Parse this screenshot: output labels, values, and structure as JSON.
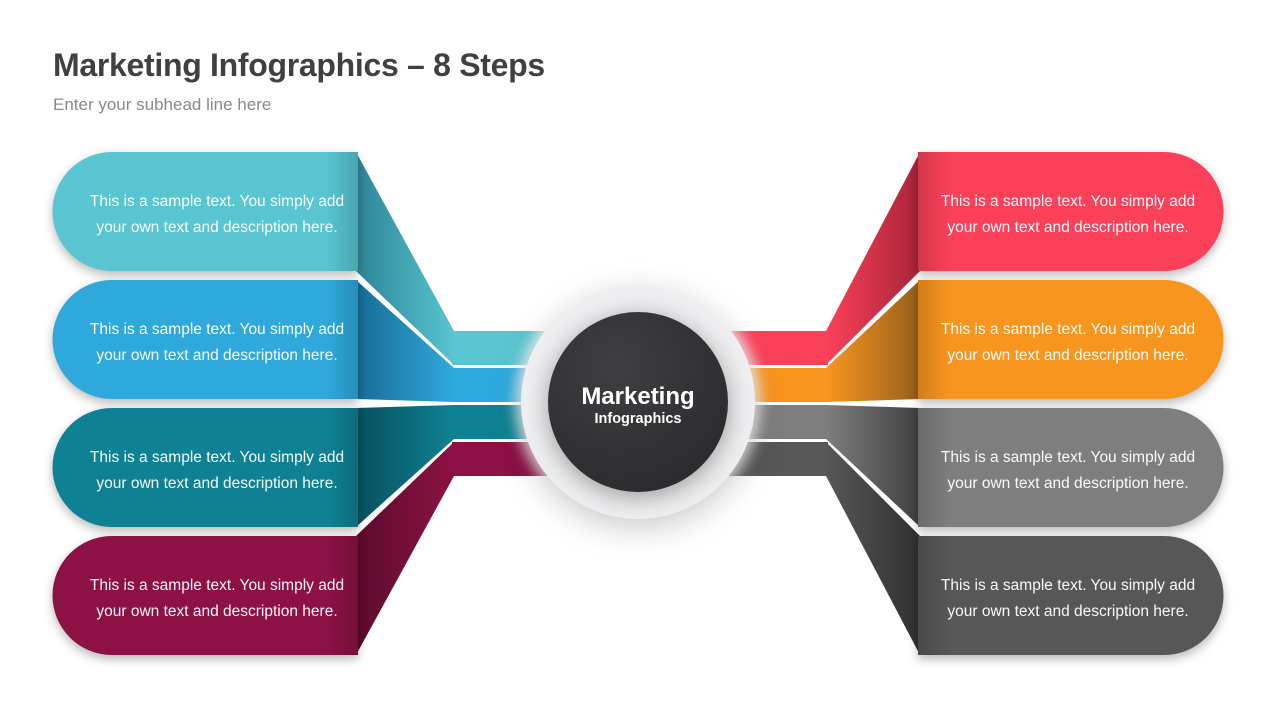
{
  "header": {
    "title": "Marketing Infographics – 8 Steps",
    "subhead": "Enter your subhead line here"
  },
  "center": {
    "title": "Marketing",
    "subtitle": "Infographics"
  },
  "boxes": {
    "left": [
      {
        "line1": "This is a sample text. You simply add",
        "line2": "your own text and description here.",
        "color": "#58C5D0",
        "color_dark": "#2E8496"
      },
      {
        "line1": "This is a sample text. You simply add",
        "line2": "your own text and description here.",
        "color": "#2FA9DC",
        "color_dark": "#176C94"
      },
      {
        "line1": "This is a sample text. You simply add",
        "line2": "your own text and description here.",
        "color": "#0E8294",
        "color_dark": "#07505E"
      },
      {
        "line1": "This is a sample text. You simply add",
        "line2": "your own text and description here.",
        "color": "#8D1144",
        "color_dark": "#5C0B2D"
      }
    ],
    "right": [
      {
        "line1": "This is a sample text. You simply add",
        "line2": "your own text and description here.",
        "color": "#FA4159",
        "color_dark": "#A82439"
      },
      {
        "line1": "This is a sample text. You simply add",
        "line2": "your own text and description here.",
        "color": "#F8951F",
        "color_dark": "#95601A"
      },
      {
        "line1": "This is a sample text. You simply add",
        "line2": "your own text and description here.",
        "color": "#7E7E7E",
        "color_dark": "#3F3F3F"
      },
      {
        "line1": "This is a sample text. You simply add",
        "line2": "your own text and description here.",
        "color": "#575757",
        "color_dark": "#303030"
      }
    ]
  },
  "colors": {
    "background": "#FFFFFF",
    "title_text": "#404040",
    "subhead_text": "#8A8A8A",
    "box_text": "#FFFFFF",
    "circle_outer": "#EFEFF1",
    "circle_inner_light": "#3F3F42",
    "circle_inner_dark": "#2A2A2D"
  }
}
